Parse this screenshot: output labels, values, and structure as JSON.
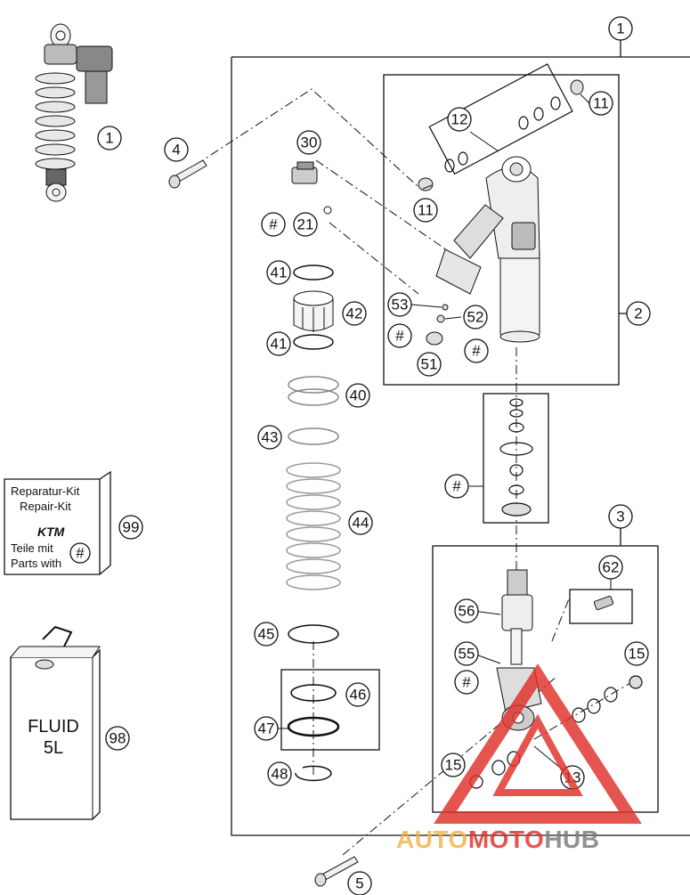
{
  "callouts": {
    "c1_top": "1",
    "c1_shock": "1",
    "c2": "2",
    "c3": "3",
    "c4": "4",
    "c5": "5",
    "c11a": "11",
    "c11b": "11",
    "c12": "12",
    "c13": "13",
    "c15a": "15",
    "c15b": "15",
    "c21": "21",
    "c30": "30",
    "c40": "40",
    "c41a": "41",
    "c41b": "41",
    "c42": "42",
    "c43": "43",
    "c44": "44",
    "c45": "45",
    "c46": "46",
    "c47": "47",
    "c48": "48",
    "c51": "51",
    "c52": "52",
    "c53": "53",
    "c55": "55",
    "c56": "56",
    "c62": "62",
    "c98": "98",
    "c99": "99",
    "hash_21": "#",
    "hash_51": "#",
    "hash_52": "#",
    "hash_kit": "#",
    "hash_55": "#",
    "hash_box": "#"
  },
  "repair_kit": {
    "line1": "Reparatur-Kit",
    "line2": "Repair-Kit",
    "logo": "KTM",
    "line3": "Teile mit",
    "line4": "Parts with"
  },
  "fluid_can": {
    "label1": "FLUID",
    "label2": "5L"
  },
  "watermark": {
    "part1": "AUTO",
    "part2": "MOTO",
    "part3": "HUB",
    "color_red": "#e0302a",
    "color_orange": "#f2b24a",
    "color_gray": "#7a7a7a"
  }
}
